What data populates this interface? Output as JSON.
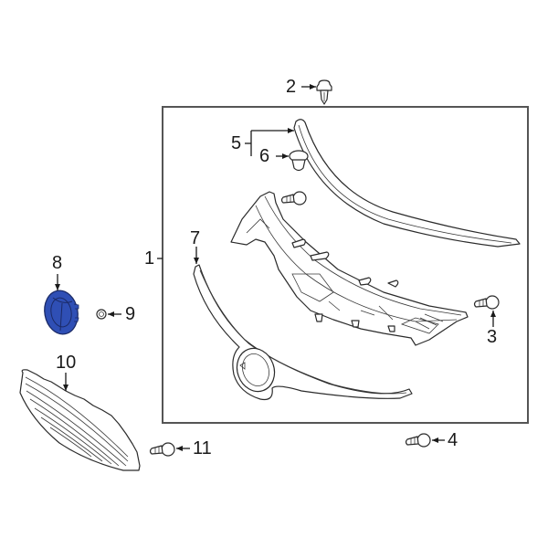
{
  "diagram": {
    "title": "Grille assembly exploded parts diagram",
    "highlight_color": "#2f4fb5",
    "line_color": "#2b2b2b",
    "frame_color": "#555555",
    "callouts": [
      {
        "id": "1",
        "label": "1",
        "part": "grille-assembly-frame"
      },
      {
        "id": "2",
        "label": "2",
        "part": "push-clip"
      },
      {
        "id": "3",
        "label": "3",
        "part": "bolt"
      },
      {
        "id": "4",
        "label": "4",
        "part": "bolt"
      },
      {
        "id": "5",
        "label": "5",
        "part": "upper-molding"
      },
      {
        "id": "6",
        "label": "6",
        "part": "molding-clip"
      },
      {
        "id": "7",
        "label": "7",
        "part": "grille-molding"
      },
      {
        "id": "8",
        "label": "8",
        "part": "emblem"
      },
      {
        "id": "9",
        "label": "9",
        "part": "emblem-nut"
      },
      {
        "id": "10",
        "label": "10",
        "part": "lower-grille"
      },
      {
        "id": "11",
        "label": "11",
        "part": "bolt"
      }
    ]
  }
}
